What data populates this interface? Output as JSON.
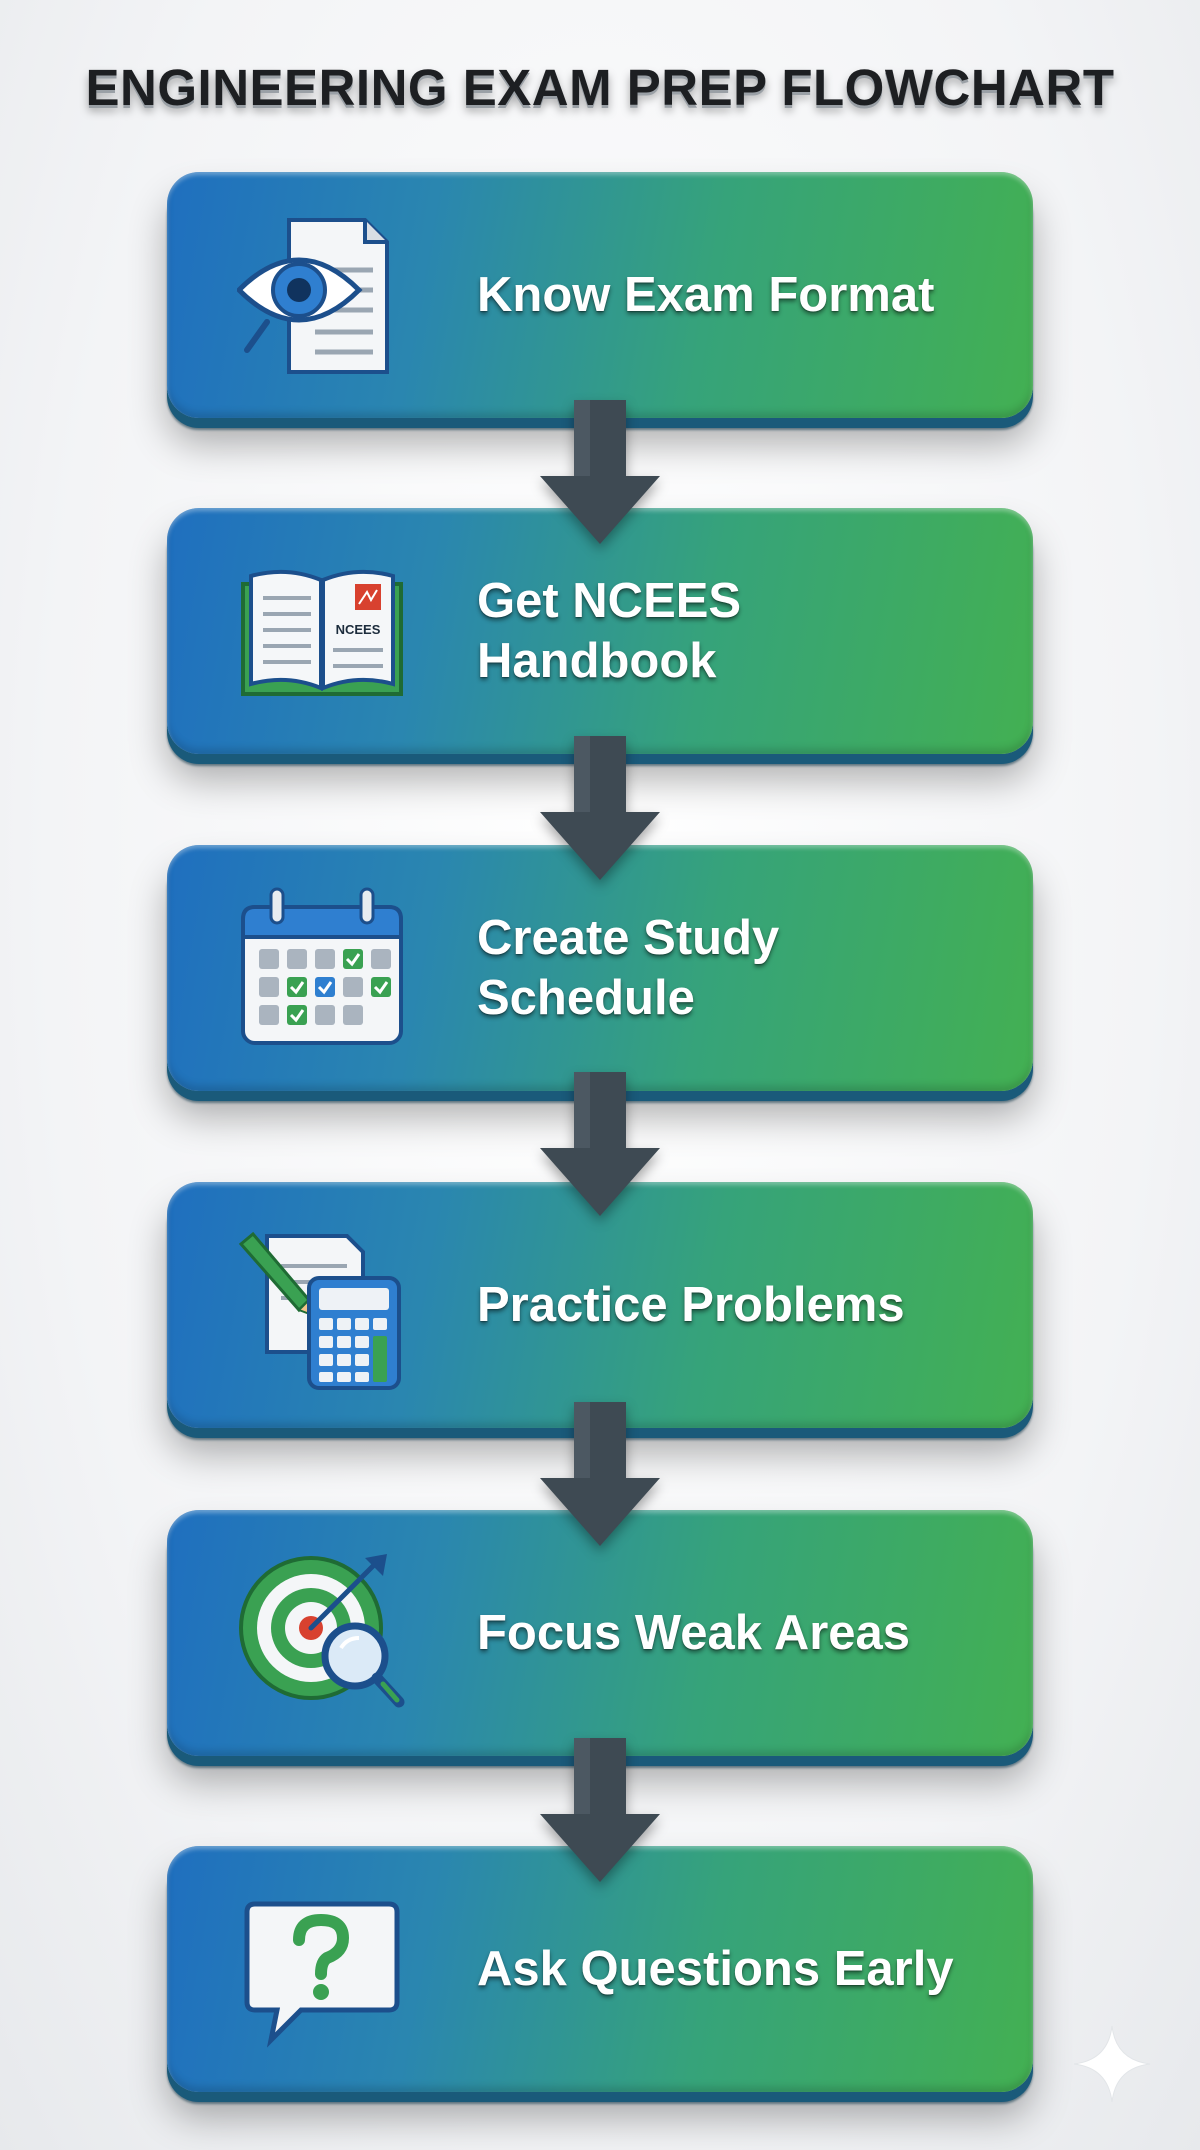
{
  "title": "ENGINEERING EXAM PREP FLOWCHART",
  "colors": {
    "gradient_start": "#1f6fbf",
    "gradient_end": "#43b052",
    "arrow": "#3e4a53",
    "text": "#ffffff"
  },
  "steps": [
    {
      "label": "Know Exam Format",
      "icon": "document-eye-icon"
    },
    {
      "label": "Get NCEES\nHandbook",
      "icon": "open-handbook-icon",
      "icon_text": "NCEES"
    },
    {
      "label": "Create Study\nSchedule",
      "icon": "calendar-icon"
    },
    {
      "label": "Practice Problems",
      "icon": "calculator-icon"
    },
    {
      "label": "Focus Weak Areas",
      "icon": "target-magnifier-icon"
    },
    {
      "label": "Ask Questions Early",
      "icon": "question-bubble-icon"
    }
  ]
}
